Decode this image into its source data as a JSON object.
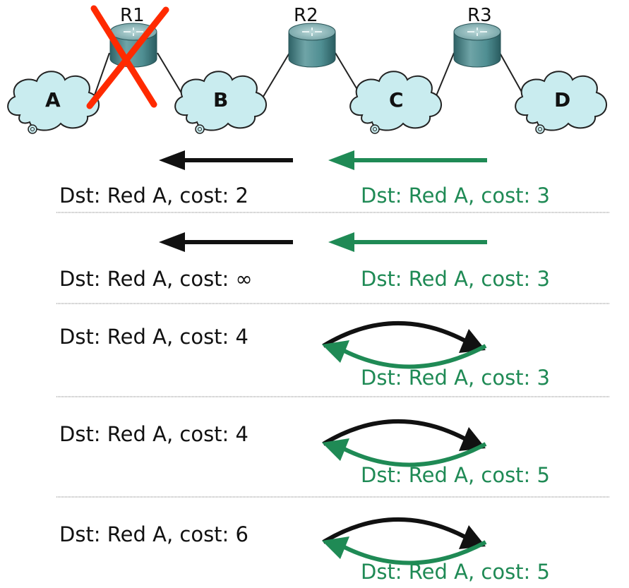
{
  "networks": [
    "A",
    "B",
    "C",
    "D"
  ],
  "routers": [
    "R1",
    "R2",
    "R3"
  ],
  "failed_router": "R1",
  "colors": {
    "black": "#111111",
    "green": "#1f8a55",
    "cross": "#ff2a00",
    "router": "#4f8e92"
  },
  "steps": [
    {
      "left": "Dst: Red A, cost: 2",
      "right": "Dst: Red A, cost: 3"
    },
    {
      "left": "Dst: Red A, cost: ∞",
      "right": "Dst: Red A, cost: 3"
    },
    {
      "left": "Dst: Red A, cost: 4",
      "right": "Dst: Red A, cost: 3"
    },
    {
      "left": "Dst: Red A, cost: 4",
      "right": "Dst: Red A, cost: 5"
    },
    {
      "left": "Dst: Red A, cost: 6",
      "right": "Dst: Red A, cost: 5"
    }
  ]
}
